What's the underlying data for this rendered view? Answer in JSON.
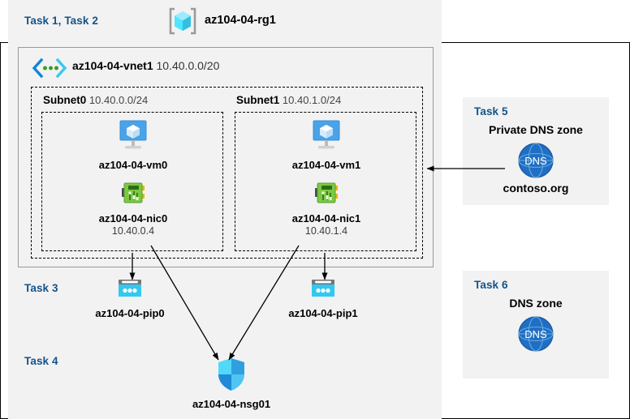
{
  "resource_group": {
    "task_label": "Task 1, Task 2",
    "name": "az104-04-rg1",
    "icon": "resource-group-cube-icon"
  },
  "vnet": {
    "name": "az104-04-vnet1",
    "cidr": "10.40.0.0/20",
    "icon": "virtual-network-icon"
  },
  "subnets": [
    {
      "name": "Subnet0",
      "cidr": "10.40.0.0/24",
      "vm": {
        "name": "az104-04-vm0",
        "icon": "virtual-machine-icon"
      },
      "nic": {
        "name": "az104-04-nic0",
        "ip": "10.40.0.4",
        "icon": "network-interface-icon"
      }
    },
    {
      "name": "Subnet1",
      "cidr": "10.40.1.0/24",
      "vm": {
        "name": "az104-04-vm1",
        "icon": "virtual-machine-icon"
      },
      "nic": {
        "name": "az104-04-nic1",
        "ip": "10.40.1.4",
        "icon": "network-interface-icon"
      }
    }
  ],
  "task3": {
    "label": "Task 3",
    "public_ips": [
      {
        "name": "az104-04-pip0",
        "icon": "public-ip-address-icon"
      },
      {
        "name": "az104-04-pip1",
        "icon": "public-ip-address-icon"
      }
    ]
  },
  "task4": {
    "label": "Task 4",
    "nsg": {
      "name": "az104-04-nsg01",
      "icon": "network-security-group-shield-icon"
    }
  },
  "task5": {
    "label": "Task 5",
    "title": "Private DNS zone",
    "zone": "contoso.org",
    "icon": "dns-globe-icon"
  },
  "task6": {
    "label": "Task 6",
    "title": "DNS zone",
    "zone": "",
    "icon": "dns-globe-icon"
  },
  "colors": {
    "task_label": "#14538b",
    "panel_bg": "#f2f2f2",
    "azure_blue": "#0078d4",
    "cyan": "#32c8f0",
    "nic_green": "#6bb637",
    "dns_blue": "#1f6fc4"
  }
}
